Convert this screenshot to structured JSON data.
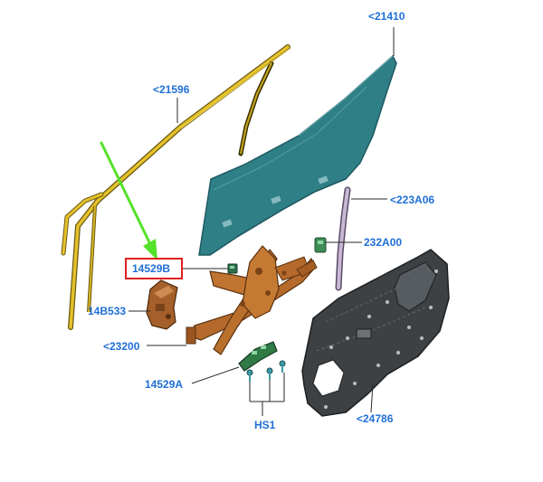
{
  "diagram": {
    "label_color": "#1f6fd6",
    "highlight_color": "#e02020",
    "arrow_color": "#55e22a",
    "highlighted_part": "14529B",
    "parts": [
      {
        "key": "part_21410",
        "label": "<21410",
        "name": "door glass"
      },
      {
        "key": "part_21596",
        "label": "<21596",
        "name": "glass run channel"
      },
      {
        "key": "part_223A06",
        "label": "<223A06",
        "name": "vertical run bracket"
      },
      {
        "key": "part_232A00",
        "label": "232A00",
        "name": "small clip"
      },
      {
        "key": "part_14529B",
        "label": "14529B",
        "name": "connector"
      },
      {
        "key": "part_14B533",
        "label": "14B533",
        "name": "lock actuator"
      },
      {
        "key": "part_23200",
        "label": "<23200",
        "name": "window regulator"
      },
      {
        "key": "part_14529A",
        "label": "14529A",
        "name": "motor wiring"
      },
      {
        "key": "part_HS1",
        "label": "HS1",
        "name": "screws"
      },
      {
        "key": "part_24786",
        "label": "<24786",
        "name": "door panel carrier"
      }
    ]
  }
}
